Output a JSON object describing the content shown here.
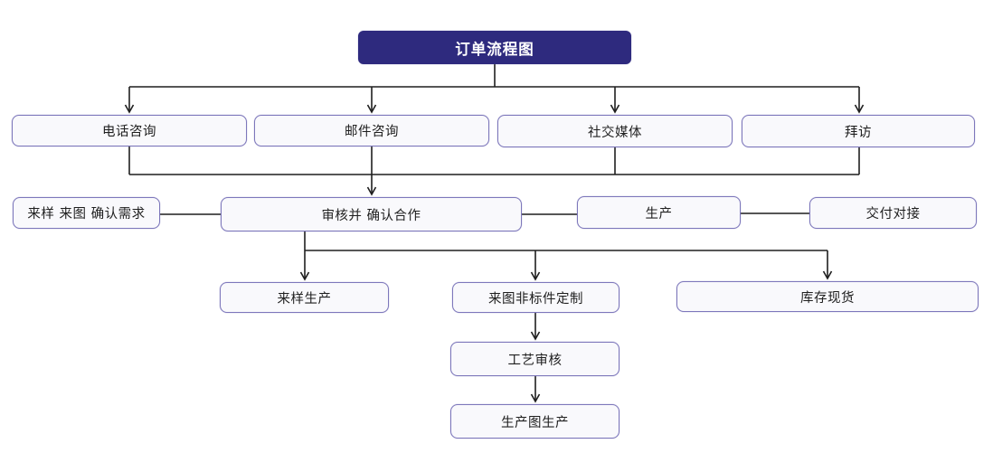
{
  "diagram": {
    "type": "flowchart",
    "colors": {
      "title_bg": "#2e2a7e",
      "title_text": "#ffffff",
      "node_bg": "#f9f9fc",
      "node_border": "#7d77bb",
      "node_text": "#1f1f1f",
      "line": "#1f1f1f",
      "canvas_bg": "#ffffff"
    },
    "nodes": {
      "title": {
        "label": "订单流程图"
      },
      "phone": {
        "label": "电话咨询"
      },
      "email": {
        "label": "邮件咨询"
      },
      "social": {
        "label": "社交媒体"
      },
      "visit": {
        "label": "拜访"
      },
      "requirements": {
        "label": "来样 来图 确认需求"
      },
      "review": {
        "label": "审核并 确认合作"
      },
      "production": {
        "label": "生产"
      },
      "delivery": {
        "label": "交付对接"
      },
      "sample_production": {
        "label": "来样生产"
      },
      "custom_parts": {
        "label": "来图非标件定制"
      },
      "stock": {
        "label": "库存现货"
      },
      "process_review": {
        "label": "工艺审核"
      },
      "drawing_production": {
        "label": "生产图生产"
      }
    },
    "edges": [
      {
        "from": "title",
        "to": "phone"
      },
      {
        "from": "title",
        "to": "email"
      },
      {
        "from": "title",
        "to": "social"
      },
      {
        "from": "title",
        "to": "visit"
      },
      {
        "from": "phone",
        "to": "review"
      },
      {
        "from": "email",
        "to": "review"
      },
      {
        "from": "social",
        "to": "review"
      },
      {
        "from": "visit",
        "to": "review"
      },
      {
        "from": "requirements",
        "to": "review",
        "style": "plain"
      },
      {
        "from": "review",
        "to": "production",
        "style": "plain"
      },
      {
        "from": "production",
        "to": "delivery",
        "style": "plain"
      },
      {
        "from": "review",
        "to": "sample_production"
      },
      {
        "from": "review",
        "to": "custom_parts"
      },
      {
        "from": "review",
        "to": "stock"
      },
      {
        "from": "custom_parts",
        "to": "process_review"
      },
      {
        "from": "process_review",
        "to": "drawing_production"
      }
    ]
  }
}
